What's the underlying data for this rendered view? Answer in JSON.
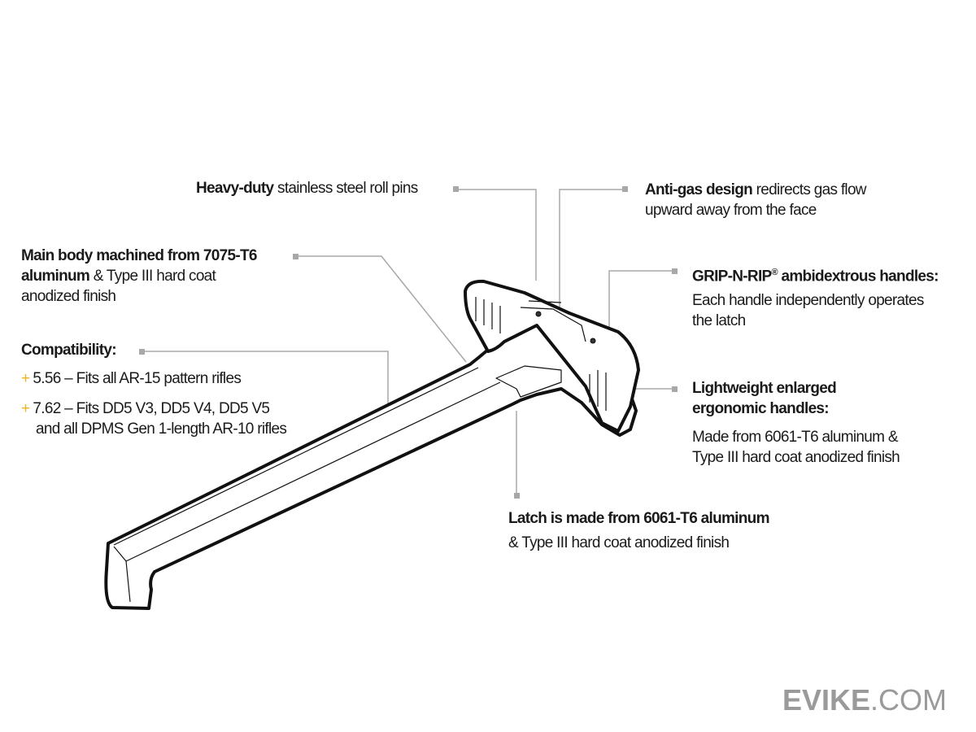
{
  "callouts": {
    "roll_pins": {
      "bold": "Heavy-duty",
      "text": " stainless steel roll pins"
    },
    "anti_gas": {
      "bold": "Anti-gas design",
      "text": " redirects gas flow",
      "line2": "upward away from the face"
    },
    "main_body": {
      "bold1": "Main body machined from 7075-T6",
      "bold2": "aluminum",
      "text2": " & Type III hard coat",
      "line3": "anodized finish"
    },
    "compatibility": {
      "title": "Compatibility:",
      "items": [
        {
          "marker": "+",
          "text": "5.56 – Fits all AR-15 pattern rifles"
        },
        {
          "marker": "+",
          "text": "7.62 – Fits DD5 V3, DD5 V4, DD5 V5",
          "line2": "and all DPMS Gen 1-length AR-10 rifles"
        }
      ]
    },
    "grip_n_rip": {
      "bold": "GRIP-N-RIP",
      "reg": "®",
      "bold_rest": " ambidextrous handles:",
      "line2": "Each handle independently operates",
      "line3": "the latch"
    },
    "lightweight": {
      "bold1": "Lightweight enlarged",
      "bold2": "ergonomic handles:",
      "line3": "Made from 6061-T6 aluminum &",
      "line4": "Type III hard coat anodized finish"
    },
    "latch": {
      "bold": "Latch is made from 6061-T6 aluminum",
      "line2": "& Type III hard coat anodized finish"
    }
  },
  "logo": {
    "bold": "EVIKE",
    "rest": ".COM"
  },
  "colors": {
    "accent": "#f0b323",
    "leader": "#a0a0a0",
    "text": "#1a1a1a"
  }
}
